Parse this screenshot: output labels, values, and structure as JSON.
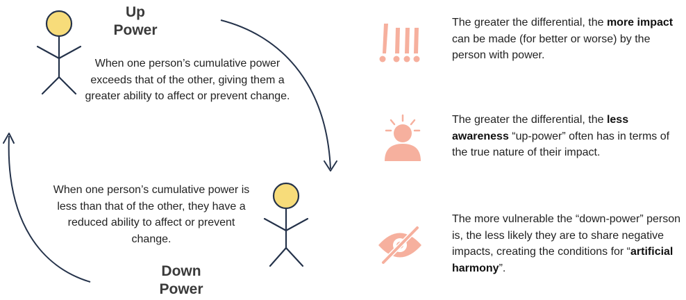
{
  "up_power": {
    "title_line1": "Up",
    "title_line2": "Power",
    "description": "When one person’s cumulative power exceeds that of the other, giving them a greater ability to affect or prevent change."
  },
  "down_power": {
    "title_line1": "Down",
    "title_line2": "Power",
    "description": "When one person’s cumulative power is less than that of the other, they have a reduced ability to affect or prevent change."
  },
  "points": [
    {
      "icon": "exclamation-impact-icon",
      "before": "The greater the differential, the ",
      "bold": "more impact",
      "after": " can be made (for better or worse) by the person with power."
    },
    {
      "icon": "person-awareness-icon",
      "before": "The greater the differential, the ",
      "bold": "less awareness",
      "after": " “up-power” often has in terms of the true nature of their impact."
    },
    {
      "icon": "eye-slash-icon",
      "before": "The more vulnerable the “down-power” person is, the less likely they are to share negative impacts, creating the conditions for “",
      "bold": "artificial harmony",
      "after": "”."
    }
  ],
  "colors": {
    "head_fill": "#f7dc7a",
    "figure_stroke": "#24324a",
    "arrow": "#24324a",
    "icon_accent": "#f6b09e"
  }
}
